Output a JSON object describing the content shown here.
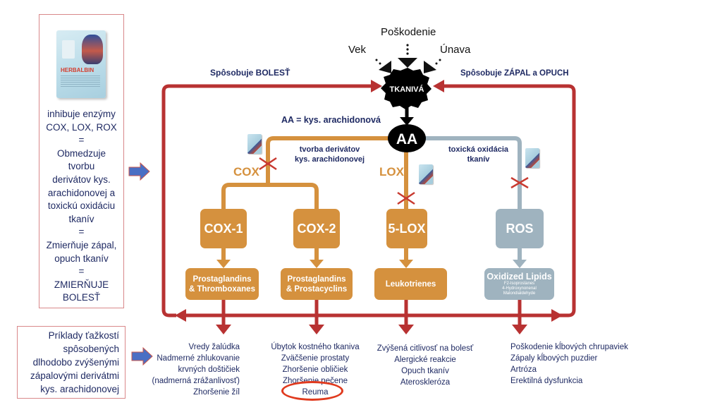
{
  "left_panel": {
    "product_name": "HERBALBIN",
    "lines": [
      "inhibuje enzýmy",
      "COX, LOX, ROX",
      "=",
      "Obmedzuje",
      "tvorbu",
      "derivátov kys.",
      "arachidonovej a",
      "toxickú oxidáciu",
      "tkanív",
      "=",
      "Zmierňuje zápal,",
      "opuch tkanív",
      "=",
      "ZMIERŇUJE",
      "BOLESŤ"
    ]
  },
  "bottom_left_panel": {
    "lines": [
      "Príklady ťažkostí",
      "spôsobených",
      "dlhodobo zvýšenými",
      "zápalovými derivátmi",
      "kys. arachidonovej"
    ]
  },
  "triggers": {
    "top": "Poškodenie",
    "left": "Vek",
    "right": "Únava"
  },
  "tissue_node": "TKANIVÁ",
  "aa_node": "AA",
  "aa_definition": "AA = kys. arachidonová",
  "loop_labels": {
    "left": "Spôsobuje BOLESŤ",
    "right": "Spôsobuje ZÁPAL a OPUCH"
  },
  "pathway_labels": {
    "cox_lox": [
      "tvorba derivátov",
      "kys. arachidonovej"
    ],
    "ros": [
      "toxická oxidácia",
      "tkanív"
    ]
  },
  "branches": {
    "cox": "COX",
    "lox": "LOX"
  },
  "enzymes": [
    {
      "label": "COX-1",
      "product": [
        "Prostaglandins",
        "& Thromboxanes"
      ],
      "color": "#d5913e"
    },
    {
      "label": "COX-2",
      "product": [
        "Prostaglandins",
        "& Prostacyclins"
      ],
      "color": "#d5913e"
    },
    {
      "label": "5-LOX",
      "product": [
        "Leukotrienes"
      ],
      "color": "#d5913e"
    },
    {
      "label": "ROS",
      "product": [
        "Oxidized Lipids"
      ],
      "product_sub": [
        "F2-Isoprostanes",
        "4-Hydroxynonenal",
        "Malondialdehyde"
      ],
      "color": "#9fb3bf"
    }
  ],
  "outcomes": [
    [
      "Vredy žalúdka",
      "Nadmerné zhlukovanie",
      "krvných doštičiek",
      "(nadmerná zrážanlivosť)",
      "Zhoršenie žíl"
    ],
    [
      "Úbytok kostného tkaniva",
      "Zväčšenie prostaty",
      "Zhoršenie obličiek",
      "Zhoršenie pečene",
      "Reuma"
    ],
    [
      "Zvýšená citlivosť na bolesť",
      "Alergické reakcie",
      "Opuch tkanív",
      "Ateroskleróza"
    ],
    [
      "Poškodenie kĺbových chrupaviek",
      "Zápaly kĺbových puzdier",
      "Artróza",
      "Erektilná dysfunkcia"
    ]
  ],
  "highlighted_outcome": "Reuma",
  "colors": {
    "loop_red": "#b83232",
    "orange": "#d5913e",
    "grey": "#9fb3bf",
    "navy": "#1f2a63",
    "arrow_blue": "#4a6fc4",
    "highlight": "#e03a1e"
  }
}
